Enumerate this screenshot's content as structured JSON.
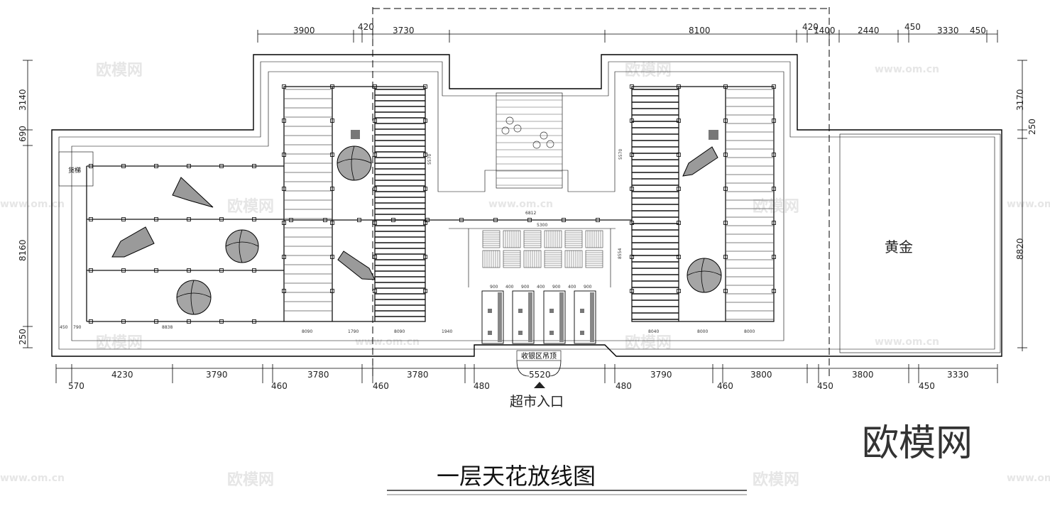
{
  "drawing": {
    "title": "一层天花放线图",
    "entrance_label": "超市入口",
    "gold_zone_label": "黄金",
    "cashier_label": "收银区吊顶",
    "storage_label": "货梯",
    "watermark_brand": "欧模网",
    "watermark_url": "www.om.cn"
  },
  "dims_top": {
    "d3900": "3900",
    "d420a": "420",
    "d3730": "3730",
    "d8100": "8100",
    "d420b": "420",
    "d1400": "1400",
    "d2440": "2440",
    "d450a": "450",
    "d3330": "3330",
    "d450b": "450"
  },
  "dims_bottom_upper": {
    "b4230": "4230",
    "b3790a": "3790",
    "b3780a": "3780",
    "b3780b": "3780",
    "b5520": "5520",
    "b3790b": "3790",
    "b3800a": "3800",
    "b3800b": "3800",
    "b3330": "3330"
  },
  "dims_bottom_lower": {
    "c570": "570",
    "c460a": "460",
    "c460b": "460",
    "c480a": "480",
    "c480b": "480",
    "c460c": "460",
    "c450a": "450",
    "c450b": "450"
  },
  "dims_left": {
    "l3140": "3140",
    "l690": "690",
    "l8160": "8160",
    "l250": "250"
  },
  "dims_right": {
    "r3170": "3170",
    "r250": "250",
    "r8820": "8820"
  },
  "dims_inner": {
    "i8090a": "8090",
    "i1790": "1790",
    "i8090b": "8090",
    "i1940": "1940",
    "i8040": "8040",
    "i8000a": "8000",
    "i8000b": "8000",
    "i5300": "5300",
    "i6812": "6812",
    "i900a": "900",
    "i400a": "400",
    "i900b": "900",
    "i400b": "400",
    "i900c": "900",
    "i400c": "400",
    "i900d": "900",
    "i8554": "8554",
    "i5570a": "5570",
    "i5570b": "5570",
    "i450": "450",
    "i790": "790",
    "i8838": "8838"
  }
}
